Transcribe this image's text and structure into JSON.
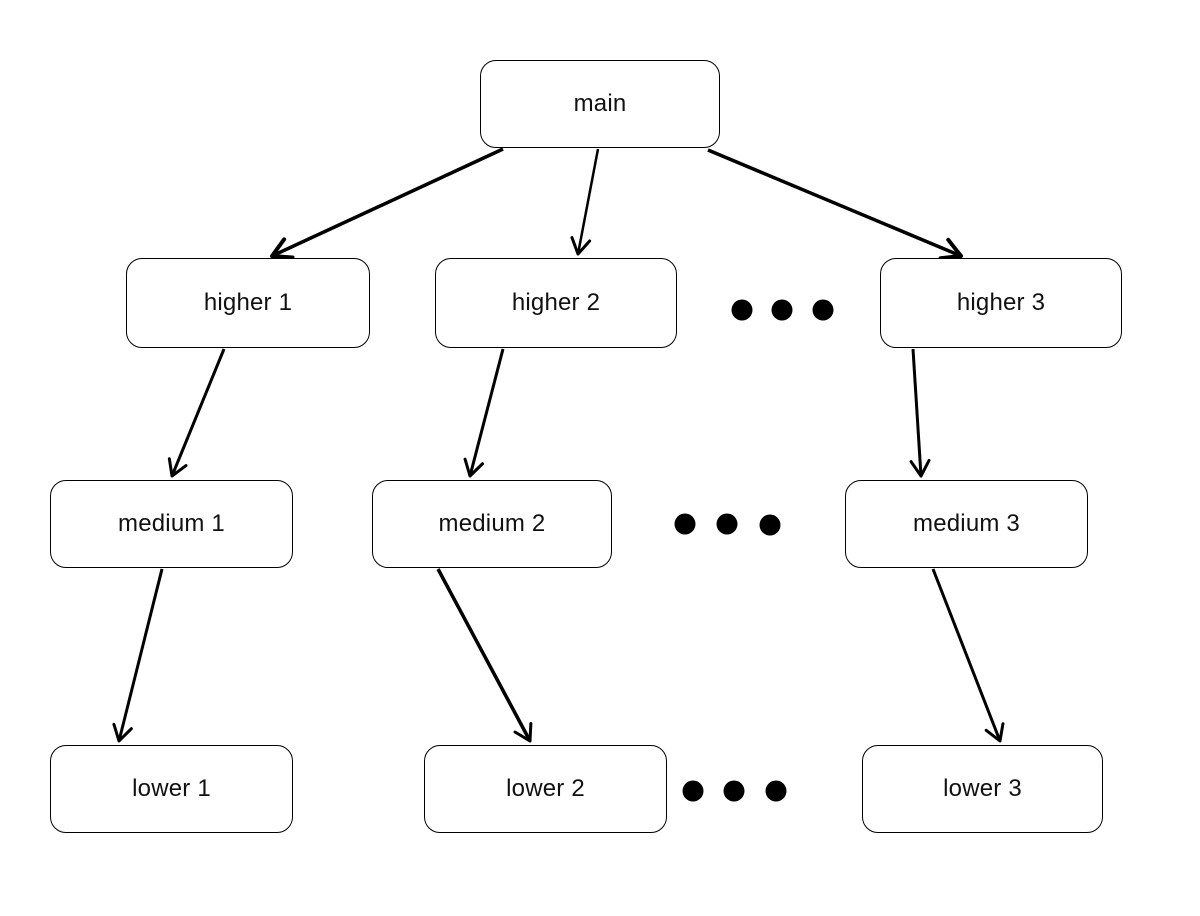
{
  "diagram": {
    "title": "hierarchy-tree",
    "nodes": {
      "main": {
        "label": "main"
      },
      "higher1": {
        "label": "higher 1"
      },
      "higher2": {
        "label": "higher 2"
      },
      "higher3": {
        "label": "higher 3"
      },
      "medium1": {
        "label": "medium 1"
      },
      "medium2": {
        "label": "medium 2"
      },
      "medium3": {
        "label": "medium 3"
      },
      "lower1": {
        "label": "lower 1"
      },
      "lower2": {
        "label": "lower 2"
      },
      "lower3": {
        "label": "lower 3"
      }
    },
    "edges": [
      {
        "from": "main",
        "to": "higher1"
      },
      {
        "from": "main",
        "to": "higher2"
      },
      {
        "from": "main",
        "to": "higher3"
      },
      {
        "from": "higher1",
        "to": "medium1"
      },
      {
        "from": "higher2",
        "to": "medium2"
      },
      {
        "from": "higher3",
        "to": "medium3"
      },
      {
        "from": "medium1",
        "to": "lower1"
      },
      {
        "from": "medium2",
        "to": "lower2"
      },
      {
        "from": "medium3",
        "to": "lower3"
      }
    ],
    "ellipsis": {
      "glyph": "...",
      "rows": [
        "higher-row",
        "medium-row",
        "lower-row"
      ]
    },
    "colors": {
      "background": "#ffffff",
      "node_fill": "#ffffff",
      "stroke": "#000000",
      "text": "#111111"
    }
  }
}
